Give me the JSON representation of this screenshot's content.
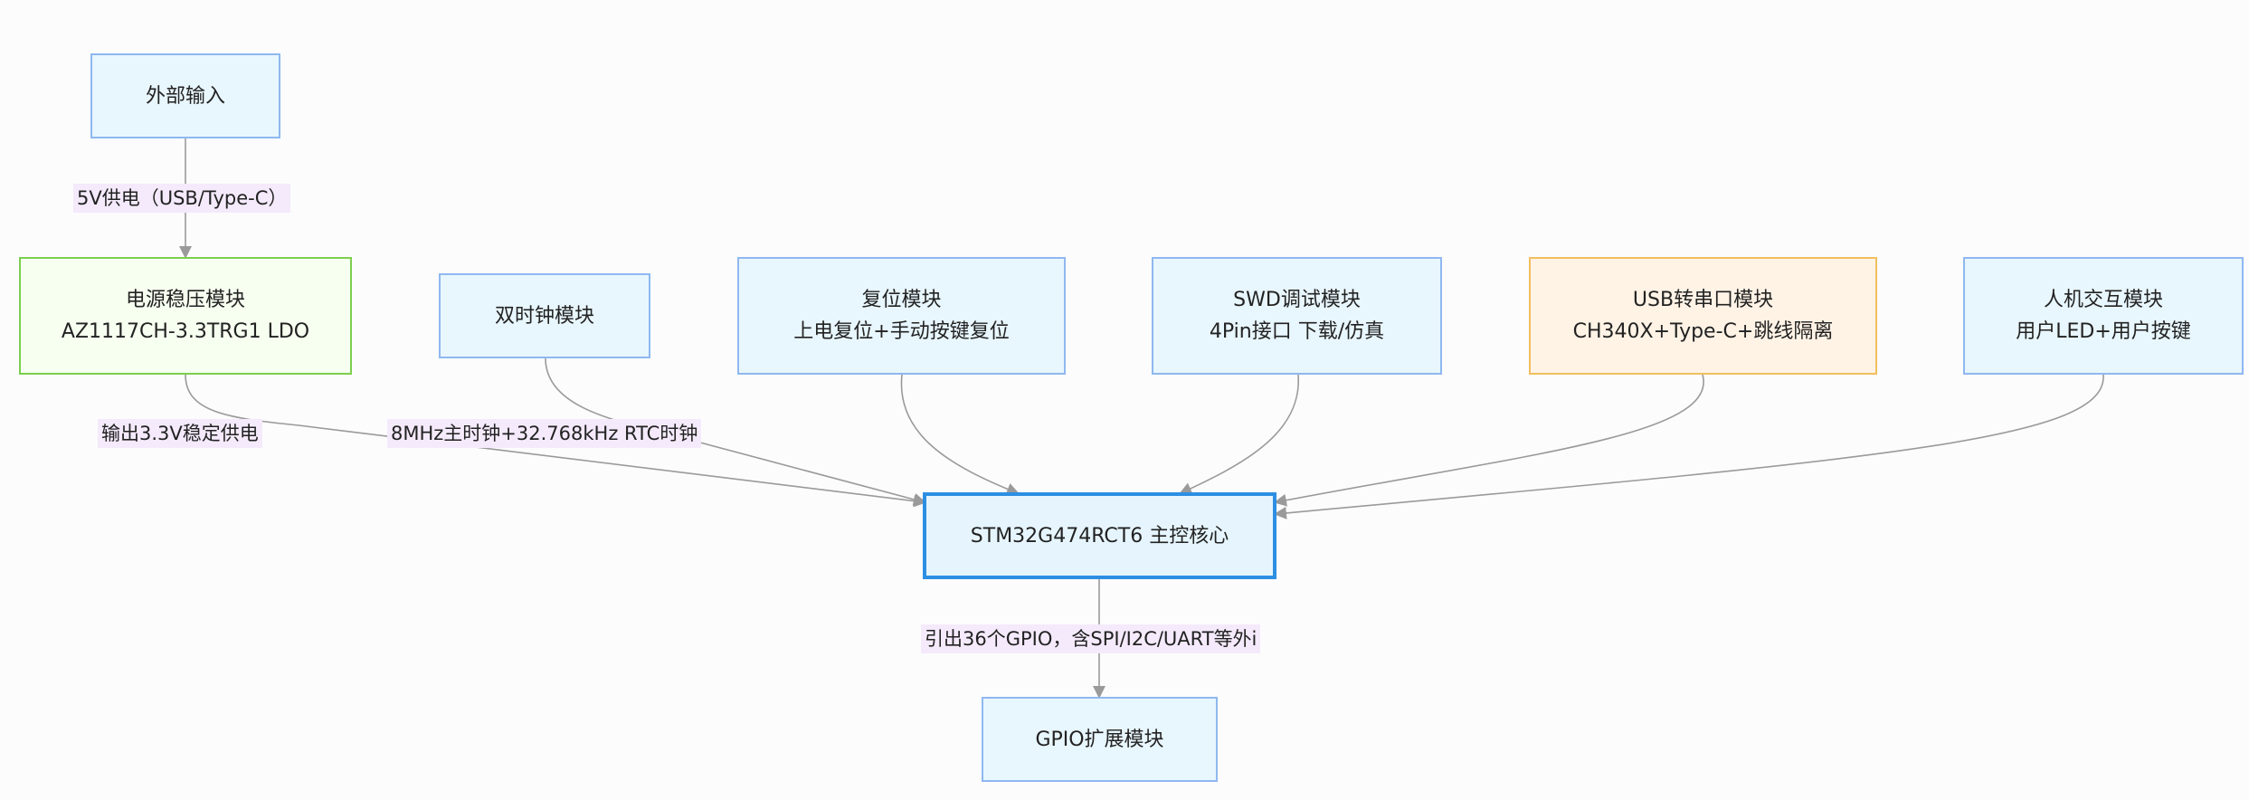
{
  "nodes": {
    "external_input": "外部输入",
    "power": {
      "line1": "电源稳压模块",
      "line2": "AZ1117CH-3.3TRG1 LDO"
    },
    "clock": "双时钟模块",
    "reset": {
      "line1": "复位模块",
      "line2": "上电复位+手动按键复位"
    },
    "swd": {
      "line1": "SWD调试模块",
      "line2": "4Pin接口 下载/仿真"
    },
    "usb_serial": {
      "line1": "USB转串口模块",
      "line2": "CH340X+Type-C+跳线隔离"
    },
    "hmi": {
      "line1": "人机交互模块",
      "line2": "用户LED+用户按键"
    },
    "core": "STM32G474RCT6 主控核心",
    "gpio": "GPIO扩展模块"
  },
  "edge_labels": {
    "input_to_power": "5V供电（USB/Type-C）",
    "power_to_core": "输出3.3V稳定供电",
    "clock_to_core": "8MHz主时钟+32.768kHz RTC时钟",
    "core_to_gpio": "引出36个GPIO，含SPI/I2C/UART等外i"
  },
  "colors": {
    "default_fill": "#e8f6fd",
    "default_stroke": "#8fb8f0",
    "power_fill": "#f6fff0",
    "power_stroke": "#7ccf4e",
    "usb_fill": "#fff3e6",
    "usb_stroke": "#f2bf5e",
    "core_stroke": "#2d8fe3",
    "edge": "#9a9a9a",
    "edge_label_bg": "#f4eafb"
  }
}
